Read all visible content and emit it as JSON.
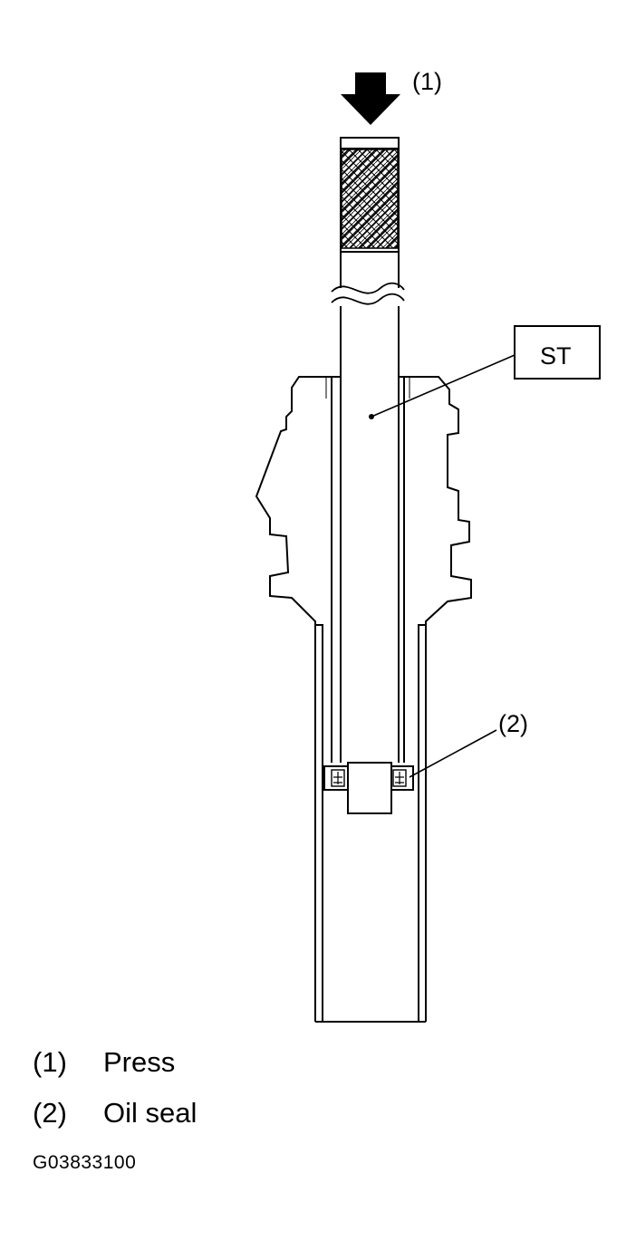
{
  "diagram": {
    "callouts": {
      "press_marker": "(1)",
      "tool_label": "ST",
      "seal_marker": "(2)"
    }
  },
  "legend": [
    {
      "number": "(1)",
      "label": "Press"
    },
    {
      "number": "(2)",
      "label": "Oil seal"
    }
  ],
  "figure_id": "G03833100"
}
